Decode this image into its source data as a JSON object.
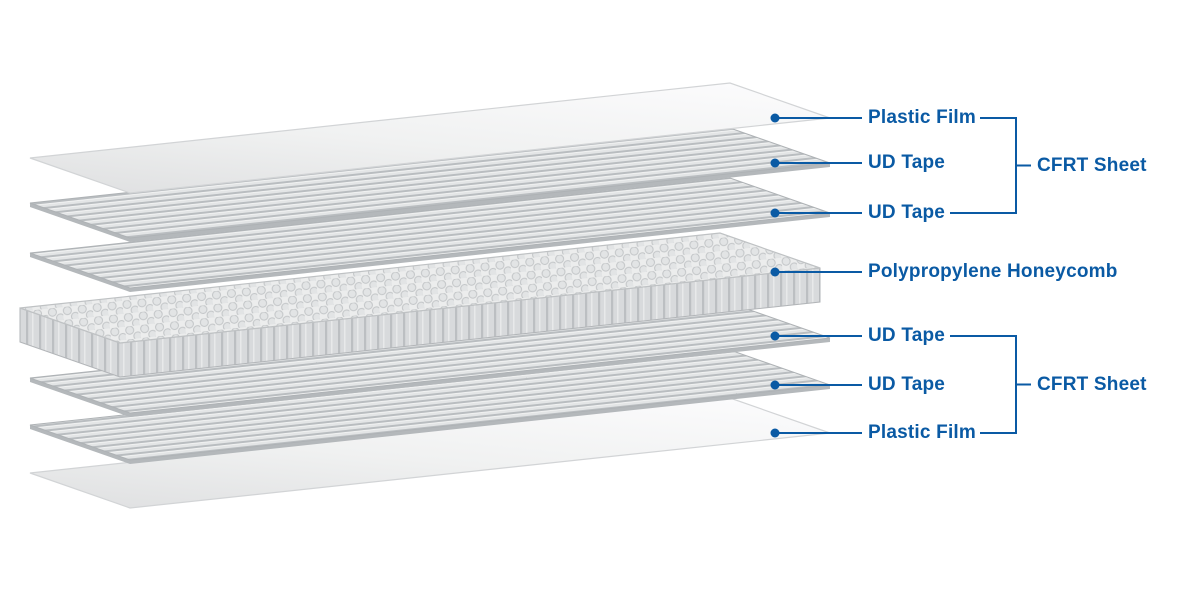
{
  "colors": {
    "accent_blue": "#0a5aa4",
    "sheet_light": "#f1f2f2",
    "sheet_stripe": "#b9bdc0",
    "honeycomb_gray": "#d8dadc"
  },
  "labels": [
    {
      "text": "Plastic Film"
    },
    {
      "text": "UD Tape"
    },
    {
      "text": "UD Tape"
    },
    {
      "text": "Polypropylene Honeycomb"
    },
    {
      "text": "UD Tape"
    },
    {
      "text": "UD Tape"
    },
    {
      "text": "Plastic Film"
    }
  ],
  "groups": [
    {
      "label": "CFRT Sheet"
    },
    {
      "label": "CFRT Sheet"
    }
  ]
}
